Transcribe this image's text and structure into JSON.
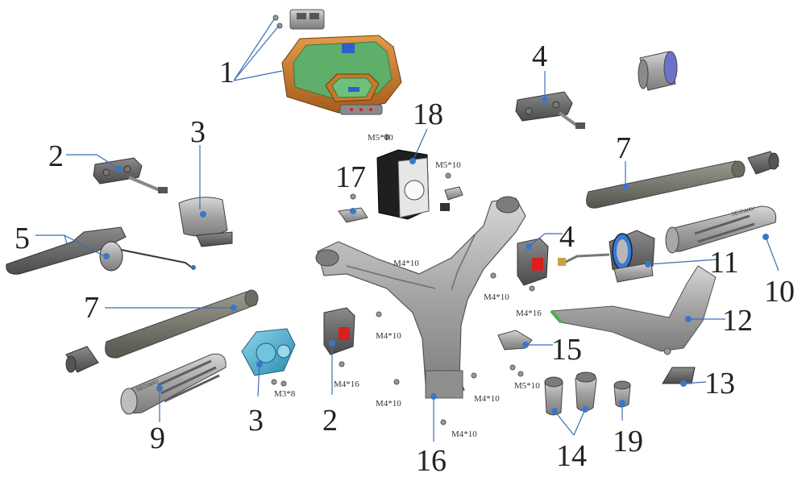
{
  "callouts": {
    "n1": "1",
    "n2a": "2",
    "n2b": "2",
    "n3a": "3",
    "n3b": "3",
    "n4a": "4",
    "n4b": "4",
    "n5": "5",
    "n7a": "7",
    "n7b": "7",
    "n9": "9",
    "n10": "10",
    "n11": "11",
    "n12": "12",
    "n13": "13",
    "n14": "14",
    "n15": "15",
    "n16": "16",
    "n17": "17",
    "n18": "18",
    "n19": "19"
  },
  "specs": {
    "s_m5_18a": "M5*10",
    "s_m5_18b": "M5*10",
    "s_m4_center": "M4*10",
    "s_m4_r1": "M4*10",
    "s_m4_r2": "M4*16",
    "s_m4_left": "M4*10",
    "s_m4_16_left": "M4*16",
    "s_m3": "M3*8",
    "s_m4_b1": "M4*10",
    "s_m4_b2": "M4*10",
    "s_m4_b3": "M4*10",
    "s_m5_15": "M5*10"
  },
  "brand": {
    "grip_text": "SEGWAY"
  },
  "colors": {
    "dashboard_frame": "#c8782a",
    "dashboard_screen": "#5fae6a",
    "display_blue": "#2f5fcc",
    "part_gray": "#a9a9a9",
    "cable_blue": "#3b6fb5",
    "brake_red": "#d82020",
    "bell_cyan": "#3fa9c9"
  }
}
